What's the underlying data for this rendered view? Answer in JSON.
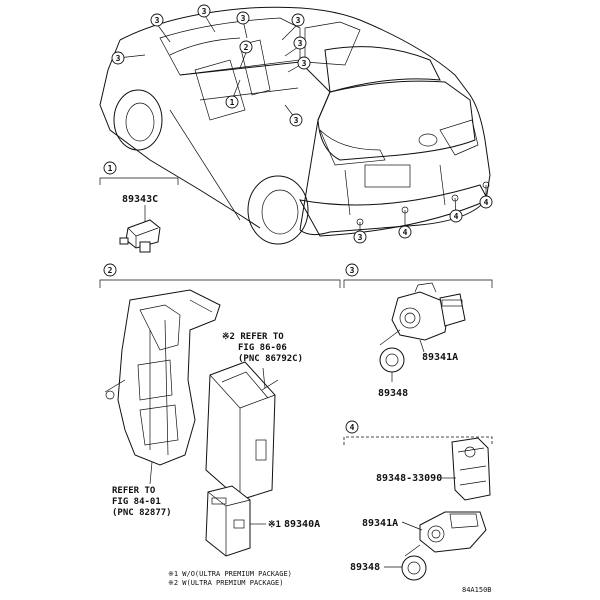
{
  "callouts": {
    "c1": "1",
    "c2": "2",
    "c3": "3",
    "c4": "4"
  },
  "sections": {
    "s1": {
      "number": "1",
      "part": "89343C"
    },
    "s2": {
      "number": "2",
      "refer_top": [
        "※2  REFER TO",
        "FIG 86-06",
        "(PNC 86792C)"
      ],
      "refer_left": [
        "REFER TO",
        "FIG 84-01",
        "(PNC 82877)"
      ],
      "part": "89340A",
      "part_mark": "※1"
    },
    "s3": {
      "number": "3",
      "part_a": "89341A",
      "part_b": "89348"
    },
    "s4": {
      "number": "4",
      "part_a": "89348-33090",
      "part_b": "89341A",
      "part_c": "89348"
    }
  },
  "footnotes": {
    "f1": "※1 W/O(ULTRA PREMIUM PACKAGE)",
    "f2": "※2 W(ULTRA PREMIUM PACKAGE)"
  },
  "figure_code": "84A150B"
}
